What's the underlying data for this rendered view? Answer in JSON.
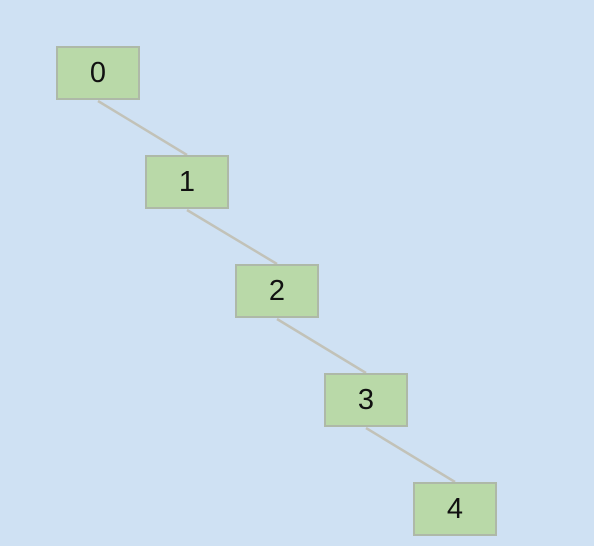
{
  "diagram": {
    "type": "tree",
    "colors": {
      "background": "#cfe1f3",
      "node_fill": "#b9d9a8",
      "node_border": "#aeb9a8",
      "edge": "#c2c2b8"
    },
    "nodes": [
      {
        "id": "0",
        "label": "0"
      },
      {
        "id": "1",
        "label": "1"
      },
      {
        "id": "2",
        "label": "2"
      },
      {
        "id": "3",
        "label": "3"
      },
      {
        "id": "4",
        "label": "4"
      }
    ],
    "edges": [
      {
        "from": "0",
        "to": "1"
      },
      {
        "from": "1",
        "to": "2"
      },
      {
        "from": "2",
        "to": "3"
      },
      {
        "from": "3",
        "to": "4"
      }
    ]
  }
}
